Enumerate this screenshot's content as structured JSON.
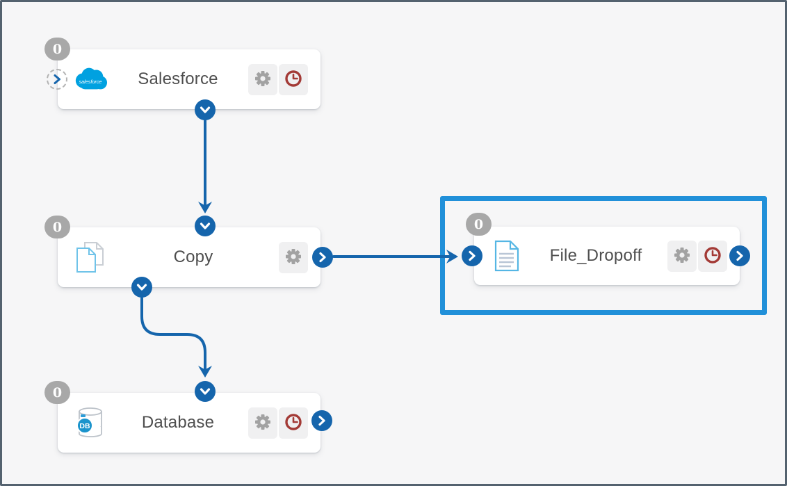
{
  "canvas": {
    "background_color": "#f6f6f7",
    "frame_color": "#54626f"
  },
  "colors": {
    "port_blue": "#1565ac",
    "arrow_blue": "#1565ac",
    "selection_blue": "#2190d9",
    "badge_gray": "#a8a8a8",
    "card_white": "#ffffff",
    "title_gray": "#4e4e4e",
    "button_bg": "#f0f0f1",
    "gear_gray": "#a2a2a2",
    "history_red": "#a33a36",
    "salesforce_blue": "#00a1e0",
    "doc_blue": "#55b6e4"
  },
  "nodes": [
    {
      "id": "salesforce",
      "title": "Salesforce",
      "badge": "0",
      "icon": "salesforce-cloud-icon",
      "icon_text": "salesforce",
      "buttons": [
        "settings",
        "history"
      ],
      "ports": [
        "input-left-unconnected",
        "output-bottom"
      ],
      "selected": false
    },
    {
      "id": "copy",
      "title": "Copy",
      "badge": "0",
      "icon": "copy-pages-icon",
      "buttons": [
        "settings"
      ],
      "ports": [
        "input-top",
        "output-right",
        "output-bottom"
      ],
      "selected": false
    },
    {
      "id": "file_dropoff",
      "title": "File_Dropoff",
      "badge": "0",
      "icon": "document-icon",
      "buttons": [
        "settings",
        "history"
      ],
      "ports": [
        "input-left",
        "output-right"
      ],
      "selected": true
    },
    {
      "id": "database",
      "title": "Database",
      "badge": "0",
      "icon": "database-icon",
      "icon_text": "DB",
      "buttons": [
        "settings",
        "history"
      ],
      "ports": [
        "input-top",
        "output-right"
      ],
      "selected": false
    }
  ],
  "connections": [
    {
      "from": "salesforce.output-bottom",
      "to": "copy.input-top"
    },
    {
      "from": "copy.output-right",
      "to": "file_dropoff.input-left"
    },
    {
      "from": "copy.output-bottom",
      "to": "database.input-top"
    }
  ]
}
